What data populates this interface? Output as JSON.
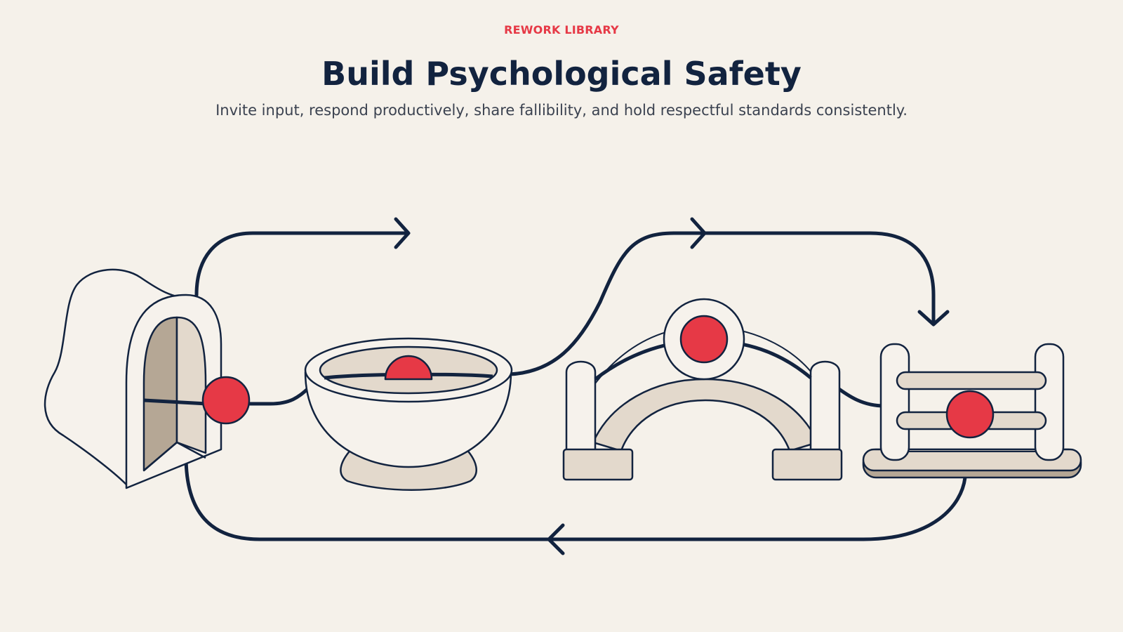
{
  "header": {
    "eyebrow": "REWORK LIBRARY",
    "title": "Build Psychological Safety",
    "subtitle": "Invite input, respond productively, share fallibility, and hold respectful standards consistently."
  },
  "diagram": {
    "stages": [
      {
        "icon": "open-door-icon"
      },
      {
        "icon": "bowl-icon"
      },
      {
        "icon": "bridge-icon"
      },
      {
        "icon": "fence-icon"
      }
    ],
    "flow": "cycle"
  },
  "colors": {
    "background": "#f5f1ea",
    "accent": "#e63946",
    "ink": "#12233f",
    "fill_light": "#f6f2ec",
    "fill_mid": "#e3d9cc",
    "fill_shadow": "#b5a795"
  }
}
